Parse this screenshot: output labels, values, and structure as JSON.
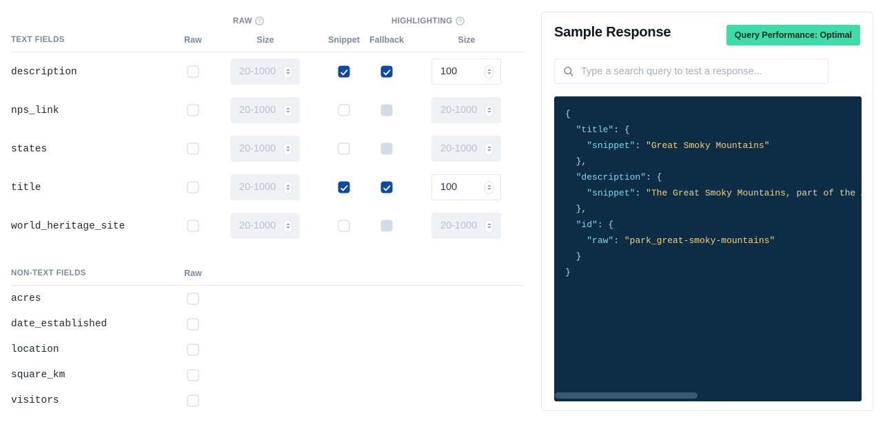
{
  "left": {
    "group_headers": [
      {
        "label": "RAW",
        "help": "help-circle-icon"
      },
      {
        "label": "HIGHLIGHTING",
        "help": "help-circle-icon"
      }
    ],
    "text_fields_header": "TEXT FIELDS",
    "non_text_fields_header": "NON-TEXT FIELDS",
    "column_headers": {
      "raw": "Raw",
      "raw_size": "Size",
      "snippet": "Snippet",
      "fallback": "Fallback",
      "highlight_size": "Size"
    },
    "non_text_column_headers": {
      "raw": "Raw"
    },
    "size_placeholder": "20-1000",
    "text_fields": [
      {
        "name": "description",
        "raw": false,
        "raw_size": "",
        "raw_size_enabled": false,
        "snippet": true,
        "fallback": true,
        "fallback_disabled": false,
        "hl_size": "100",
        "hl_size_enabled": true
      },
      {
        "name": "nps_link",
        "raw": false,
        "raw_size": "",
        "raw_size_enabled": false,
        "snippet": false,
        "fallback": false,
        "fallback_disabled": true,
        "hl_size": "",
        "hl_size_enabled": false
      },
      {
        "name": "states",
        "raw": false,
        "raw_size": "",
        "raw_size_enabled": false,
        "snippet": false,
        "fallback": false,
        "fallback_disabled": true,
        "hl_size": "",
        "hl_size_enabled": false
      },
      {
        "name": "title",
        "raw": false,
        "raw_size": "",
        "raw_size_enabled": false,
        "snippet": true,
        "fallback": true,
        "fallback_disabled": false,
        "hl_size": "100",
        "hl_size_enabled": true
      },
      {
        "name": "world_heritage_site",
        "raw": false,
        "raw_size": "",
        "raw_size_enabled": false,
        "snippet": false,
        "fallback": false,
        "fallback_disabled": true,
        "hl_size": "",
        "hl_size_enabled": false
      }
    ],
    "non_text_fields": [
      {
        "name": "acres",
        "raw": false
      },
      {
        "name": "date_established",
        "raw": false
      },
      {
        "name": "location",
        "raw": false
      },
      {
        "name": "square_km",
        "raw": false
      },
      {
        "name": "visitors",
        "raw": false
      }
    ]
  },
  "right": {
    "title": "Sample Response",
    "badge": "Query Performance: Optimal",
    "badge_color": "#3edca8",
    "search_placeholder": "Type a search query to test a response...",
    "search_value": "",
    "search_icon": "search-icon",
    "code_lines": [
      [
        {
          "t": "{",
          "c": "p"
        }
      ],
      [
        {
          "t": "  ",
          "c": "p"
        },
        {
          "t": "\"title\"",
          "c": "k"
        },
        {
          "t": ": {",
          "c": "p"
        }
      ],
      [
        {
          "t": "    ",
          "c": "p"
        },
        {
          "t": "\"snippet\"",
          "c": "k"
        },
        {
          "t": ": ",
          "c": "p"
        },
        {
          "t": "\"Great Smoky Mountains\"",
          "c": "s"
        }
      ],
      [
        {
          "t": "  },",
          "c": "p"
        }
      ],
      [
        {
          "t": "  ",
          "c": "p"
        },
        {
          "t": "\"description\"",
          "c": "k"
        },
        {
          "t": ": {",
          "c": "p"
        }
      ],
      [
        {
          "t": "    ",
          "c": "p"
        },
        {
          "t": "\"snippet\"",
          "c": "k"
        },
        {
          "t": ": ",
          "c": "p"
        },
        {
          "t": "\"The Great Smoky Mountains, part of the Appa",
          "c": "s"
        }
      ],
      [
        {
          "t": "  },",
          "c": "p"
        }
      ],
      [
        {
          "t": "  ",
          "c": "p"
        },
        {
          "t": "\"id\"",
          "c": "k"
        },
        {
          "t": ": {",
          "c": "p"
        }
      ],
      [
        {
          "t": "    ",
          "c": "p"
        },
        {
          "t": "\"raw\"",
          "c": "k"
        },
        {
          "t": ": ",
          "c": "p"
        },
        {
          "t": "\"park_great-smoky-mountains\"",
          "c": "s"
        }
      ],
      [
        {
          "t": "  }",
          "c": "p"
        }
      ],
      [
        {
          "t": "}",
          "c": "p"
        }
      ]
    ]
  }
}
